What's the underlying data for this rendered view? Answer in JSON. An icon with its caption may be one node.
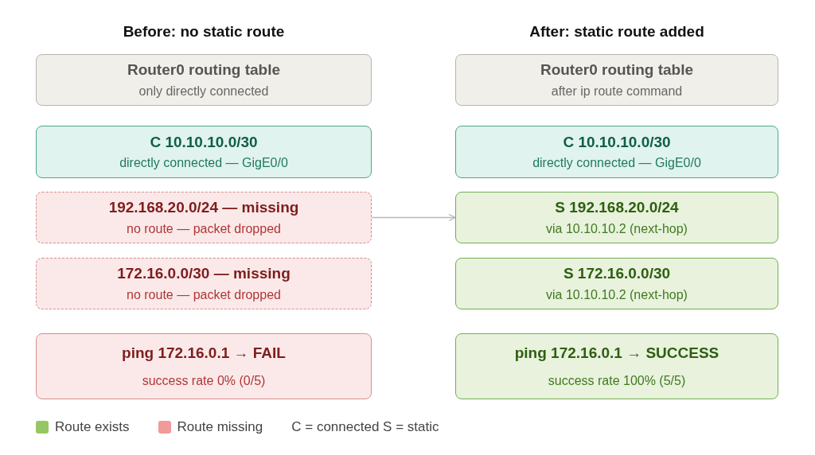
{
  "diagram": {
    "nodes": [
      {
        "text": [
          "Router0 routing table",
          "only directly connected"
        ]
      },
      {
        "text": [
          "C 10.10.10.0/30",
          "directly connected — GigE0/0"
        ]
      },
      {
        "text": [
          "192.168.20.0/24 — missing",
          "no route — packet dropped"
        ]
      },
      {
        "text": [
          "172.16.0.0/30 — missing",
          "no route — packet dropped"
        ]
      },
      {
        "text": [
          "ping 172.16.0.1 → FAIL",
          "success rate 0% (0/5)"
        ]
      },
      {
        "text": [
          "Router0 routing table",
          "after ip route command"
        ]
      },
      {
        "text": [
          "C 10.10.10.0/30",
          "directly connected — GigE0/0"
        ]
      },
      {
        "text": [
          "S 192.168.20.0/24",
          "via 10.10.10.2 (next-hop)"
        ]
      },
      {
        "text": [
          "S 172.16.0.0/30",
          "via 10.10.10.2 (next-hop)"
        ]
      },
      {
        "text": [
          "ping 172.16.0.1 → SUCCESS",
          "success rate 100% (5/5)"
        ]
      }
    ],
    "edges": [
      {
        "from": 2,
        "to": 7,
        "arrow": "to",
        "color": "#b8b8b8"
      }
    ],
    "labels": [
      "Before: no static route",
      "After: static route added",
      "C = connected S = static"
    ],
    "legend": [
      {
        "text": "Route exists",
        "color": "#96c762"
      },
      {
        "text": "Route missing",
        "color": "#f09a9a"
      }
    ]
  }
}
